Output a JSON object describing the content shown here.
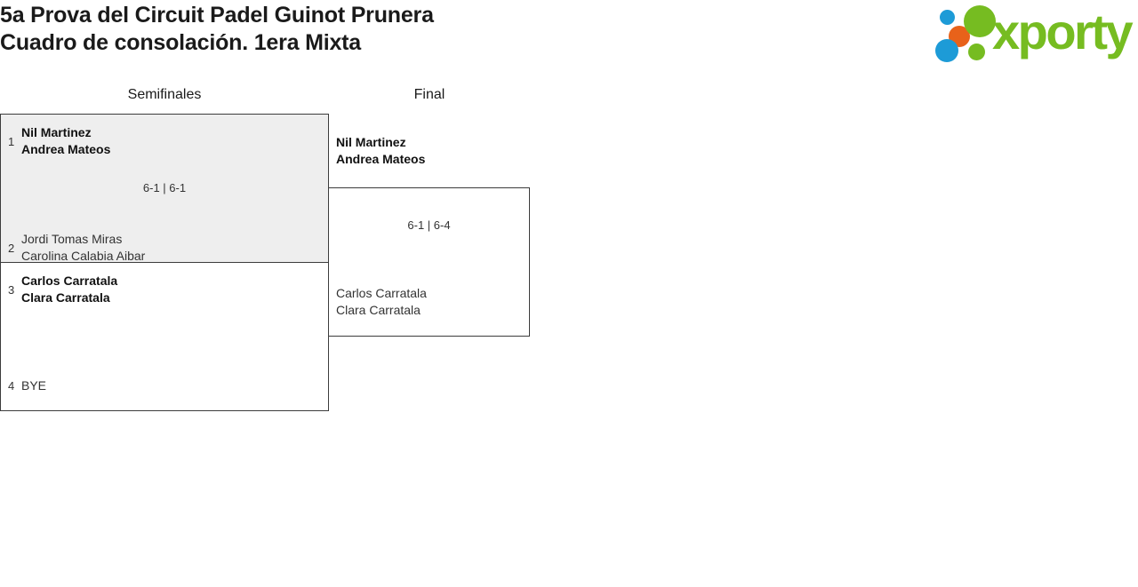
{
  "header": {
    "title_line_1": "5a Prova del Circuit Padel Guinot Prunera",
    "title_line_2": "Cuadro de consolación. 1era Mixta"
  },
  "logo": {
    "name": "xporty",
    "text": "xporty",
    "colors": {
      "green": "#76bc21",
      "blue": "#1d9bd7",
      "orange": "#e8621a"
    }
  },
  "bracket": {
    "rounds": [
      {
        "label": "Semifinales"
      },
      {
        "label": "Final"
      }
    ],
    "semifinal_1": {
      "top": {
        "seed": "1",
        "player_1": "Nil Martinez",
        "player_2": "Andrea Mateos",
        "winner": true
      },
      "bottom": {
        "seed": "2",
        "player_1": "Jordi Tomas Miras",
        "player_2": "Carolina Calabia Aibar",
        "winner": false
      },
      "score": "6-1 | 6-1"
    },
    "semifinal_2": {
      "top": {
        "seed": "3",
        "player_1": "Carlos Carratala",
        "player_2": "Clara Carratala",
        "winner": true
      },
      "bottom": {
        "seed": "4",
        "player_1": "BYE",
        "winner": false
      },
      "score": ""
    },
    "final": {
      "top": {
        "player_1": "Nil Martinez",
        "player_2": "Andrea Mateos",
        "winner": true
      },
      "bottom": {
        "player_1": "Carlos Carratala",
        "player_2": "Clara Carratala",
        "winner": false
      },
      "score": "6-1 | 6-4"
    }
  }
}
